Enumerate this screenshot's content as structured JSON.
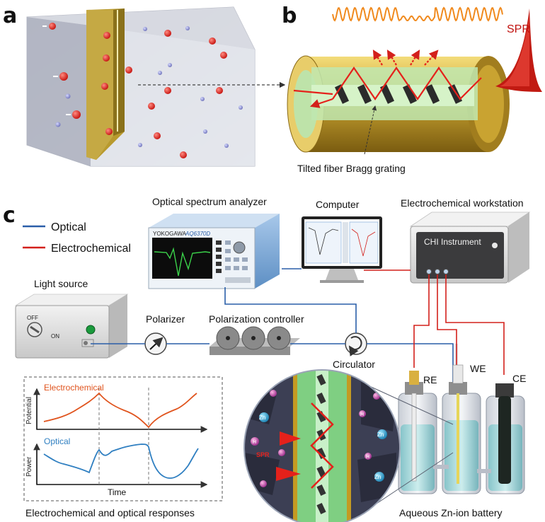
{
  "panels": {
    "a": "a",
    "b": "b",
    "c": "c"
  },
  "panel_b": {
    "spr_label": "SPR",
    "grating_label": "Tilted fiber Bragg grating"
  },
  "legend": {
    "optical": "Optical",
    "electrochemical": "Electrochemical",
    "optical_color": "#2a5ea8",
    "electrochemical_color": "#d3201b"
  },
  "devices": {
    "osa_title": "Optical spectrum analyzer",
    "osa_brand": "YOKOGAWA",
    "osa_model": "AQ6370D",
    "computer": "Computer",
    "workstation": "Electrochemical workstation",
    "workstation_screen": "CHI Instrument",
    "light_source": "Light source",
    "switch_off": "OFF",
    "switch_on": "ON",
    "polarizer": "Polarizer",
    "polarization_controller": "Polarization controller",
    "circulator": "Circulator"
  },
  "battery": {
    "re": "RE",
    "we": "WE",
    "ce": "CE",
    "caption": "Aqueous Zn-ion battery",
    "spr_inset": "SPR",
    "zn_ion": "Zn",
    "h_ion": "H"
  },
  "responses": {
    "electrochemical_label": "Electrochemical",
    "optical_label": "Optical",
    "y_top": "Potential",
    "y_bottom": "Power",
    "x_label": "Time",
    "caption": "Electrochemical and optical responses",
    "electrochemical_color": "#e0541e",
    "optical_color": "#2f7fc1"
  }
}
